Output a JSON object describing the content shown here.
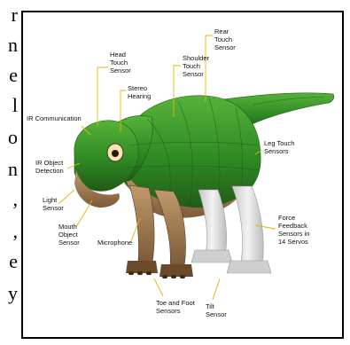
{
  "left_text": {
    "fragments": [
      "r",
      "n",
      "e",
      "l",
      "o",
      "n",
      ",",
      ",",
      "e",
      "y"
    ]
  },
  "figure": {
    "labels": {
      "head_touch": [
        "Head",
        "Touch",
        "Sensor"
      ],
      "stereo_hearing": [
        "Stereo",
        "Hearing"
      ],
      "shoulder_touch": [
        "Shoulder",
        "Touch",
        "Sensor"
      ],
      "rear_touch": [
        "Rear",
        "Touch",
        "Sensor"
      ],
      "ir_comm": [
        "IR Communication"
      ],
      "ir_object": [
        "IR Object",
        "Detection"
      ],
      "light": [
        "Light",
        "Sensor"
      ],
      "mouth_object": [
        "Mouth",
        "Object",
        "Sensor"
      ],
      "microphone": [
        "Microphone"
      ],
      "leg_touch": [
        "Leg Touch",
        "Sensors"
      ],
      "force_feedback": [
        "Force",
        "Feedback",
        "Sensors in",
        "14 Servos"
      ],
      "toe_foot": [
        "Toe and Foot",
        "Sensors"
      ],
      "tilt": [
        "Tilt",
        "Sensor"
      ]
    },
    "colors": {
      "leader": "#e7b400",
      "body_green": "#3f9a2c",
      "body_dark": "#1f5a16",
      "belly": "#a8825a",
      "grey_leg": "#d9d9d9"
    }
  }
}
